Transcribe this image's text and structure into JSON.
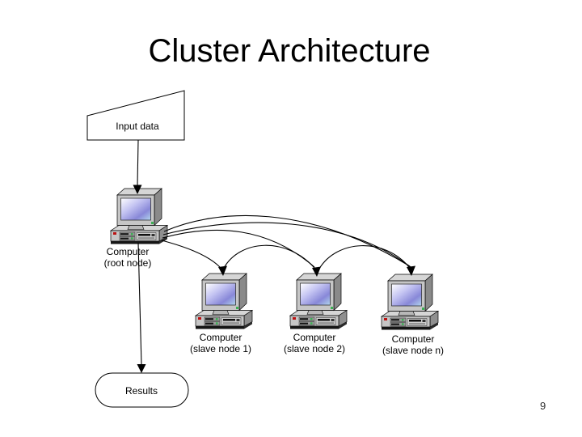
{
  "slide": {
    "title": "Cluster Architecture",
    "page_number": "9"
  },
  "diagram": {
    "input": {
      "label": "Input data"
    },
    "root": {
      "line1": "Computer",
      "line2": "(root node)"
    },
    "slave1": {
      "line1": "Computer",
      "line2": "(slave node 1)"
    },
    "slave2": {
      "line1": "Computer",
      "line2": "(slave node 2)"
    },
    "slaven": {
      "line1": "Computer",
      "line2": "(slave node n)"
    },
    "results": {
      "label": "Results"
    },
    "edges": [
      "input-data -> root-node",
      "root-node -> slave-node-1",
      "root-node -> slave-node-2",
      "root-node -> slave-node-2 (curved)",
      "root-node -> slave-node-n",
      "root-node -> slave-node-n (curved)",
      "root-node -> slave-node-n (curved 2)",
      "root-node -> results"
    ],
    "colors": {
      "outline": "#000000",
      "case_gray": "#c6c6c6",
      "face_light": "#d6d6d6",
      "side_dark": "#8a8a8a",
      "screen_blue": "#8888d8",
      "led_red": "#bb1111",
      "led_green": "#3cb054"
    }
  }
}
